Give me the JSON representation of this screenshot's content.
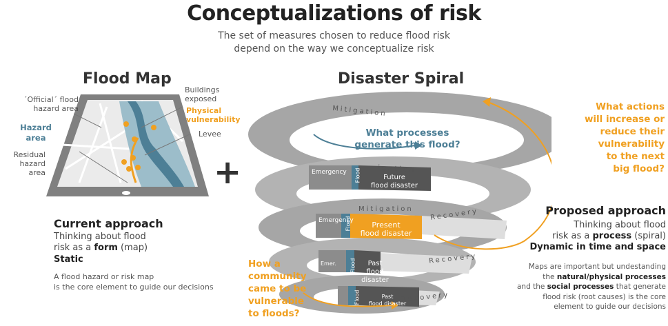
{
  "header": {
    "title": "Conceptualizations of risk",
    "subtitle_line1": "The set of measures chosen to reduce flood risk",
    "subtitle_line2": "depend on the way we conceptualize risk"
  },
  "flood_map": {
    "title": "Flood Map",
    "official_area_1": "´Official´ flood",
    "official_area_2": "hazard area",
    "hazard_area_1": "Hazard",
    "hazard_area_2": "area",
    "residual_area_1": "Residual",
    "residual_area_2": "hazard area",
    "buildings_1": "Buildings",
    "buildings_2": "exposed",
    "physical_vuln_1": "Physical",
    "physical_vuln_2": "vulnerability",
    "levee": "Levee",
    "plus": "+"
  },
  "current_approach": {
    "heading": "Current approach",
    "line1": "Thinking about flood",
    "line2_pre": "risk as a ",
    "line2_bold": "form",
    "line2_post": " (map)",
    "static": "Static",
    "note1": "A flood hazard or risk map",
    "note2": "is the core element to guide our decisions"
  },
  "spiral": {
    "title": "Disaster Spiral",
    "mitigation": "Mitigation",
    "mitigation_partial": "igation",
    "recovery": "Recovery",
    "emergency": "Emergency",
    "emergency_short": "Emer.",
    "flood": "Flood",
    "future_1": "Future",
    "future_2": "flood disaster",
    "present_1": "Present",
    "present_2": "flood disaster",
    "past_1": "Past",
    "past_2": "flood disaster",
    "q_processes_1": "What processes",
    "q_processes_2": "generate this flood?"
  },
  "questions": {
    "actions_1": "What actions",
    "actions_2": "will increase or",
    "actions_3": "reduce their",
    "actions_4": "vulnerability",
    "actions_5": "to the next",
    "actions_6": "big flood?",
    "community_1": "How a",
    "community_2": "community",
    "community_3": "came to be",
    "community_4": "vulnerable",
    "community_5": "to floods?"
  },
  "proposed_approach": {
    "heading": "Proposed approach",
    "line1": "Thinking about flood",
    "line2_pre": "risk as a ",
    "line2_bold": "process",
    "line2_post": " (spiral)",
    "dynamic": "Dynamic in time and space",
    "note1": "Maps are important but undestanding",
    "note2_pre": "the ",
    "note2_bold": "natural/physical processes",
    "note3_pre": "and the ",
    "note3_bold": "social processes",
    "note3_post": " that generate",
    "note4": "flood risk (root causes) is the core",
    "note5": "element to guide our decisions"
  },
  "colors": {
    "accent_orange": "#f0a021",
    "hazard_blue": "#4d7f96",
    "ring_gray": "#a6a6a6",
    "dark_panel": "#555555"
  }
}
